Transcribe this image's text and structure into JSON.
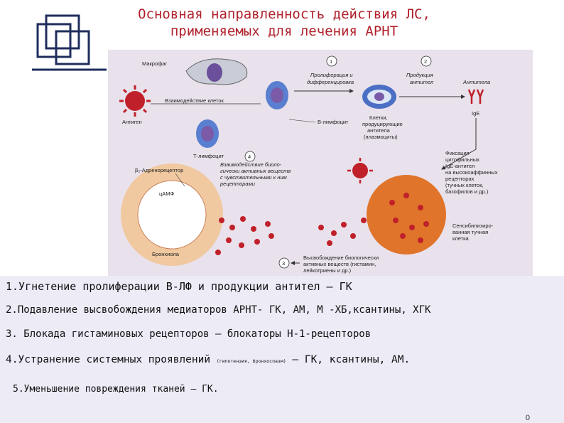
{
  "title": {
    "line1": "Основная направленность действия ЛС,",
    "line2": "применяемых для лечения АРНТ"
  },
  "diagram": {
    "labels": {
      "macrophage": "Макрофаг",
      "antigen": "Антиген",
      "interaction": "Взаимодействие клеток",
      "t_cell": "Т-лимфоцит",
      "b_cell": "В-лимфоцит",
      "proliferation_1": "Пролиферация и",
      "proliferation_2": "дифференцировка",
      "production_1": "Продукция",
      "production_2": "антител",
      "plasma_1": "Клетки,",
      "plasma_2": "продуцирующие",
      "plasma_3": "антитела",
      "plasma_4": "(плазмоциты)",
      "antibodies": "Антитела",
      "ige": "IgE",
      "receptor": "β₂-Адренорецептор",
      "camp": "цАМФ",
      "bronchiole": "Бронхиола",
      "bio_interaction_1": "Взаимодействие биоло-",
      "bio_interaction_2": "гически активных веществ",
      "bio_interaction_3": "с чувствительными к ним",
      "bio_interaction_4": "рецепторами",
      "fixation_1": "Фиксация",
      "fixation_2": "цитофильных",
      "fixation_3": "IgE-антител",
      "fixation_4": "на высокоаффинных",
      "fixation_5": "рецепторах",
      "fixation_6": "(тучных клеток,",
      "fixation_7": "базофилов и др.)",
      "sensitized_1": "Сенсибилизиро-",
      "sensitized_2": "ванная тучная",
      "sensitized_3": "клетка",
      "release_1": "Высвобождение биологически",
      "release_2": "активных веществ (гистамин,",
      "release_3": "лейкотриены и др.)"
    },
    "steps": [
      "1",
      "2",
      "3",
      "4"
    ]
  },
  "items": [
    {
      "main": "1.Угнетение пролиферации В-ЛФ  и продукции  антител – ГК"
    },
    {
      "main": "2.Подавление высвобождения медиаторов АРНТ- ГК, АМ, М -ХБ,ксантины,  ХГК"
    },
    {
      "main": "3. Блокада гистаминовых рецепторов – блокаторы Н-1-рецепторов"
    },
    {
      "main": "4.Устранение системных проявлений ",
      "small": "(гипотензия, бронхоспазм)",
      "tail": " – ГК, ксантины, АМ."
    },
    {
      "main": "5.Уменьшение  повреждения тканей – ГК."
    }
  ],
  "page_number": "0",
  "colors": {
    "title": "#b0202a",
    "diagram_bg": "#e9e1eb",
    "panel_bg": "#ecebf6",
    "cell_blue": "#5a7fd0",
    "nucleus": "#7b5aa8",
    "antigen_red": "#c0202a",
    "tissue": "#f1c9a0",
    "mast_cell": "#e0742a"
  }
}
